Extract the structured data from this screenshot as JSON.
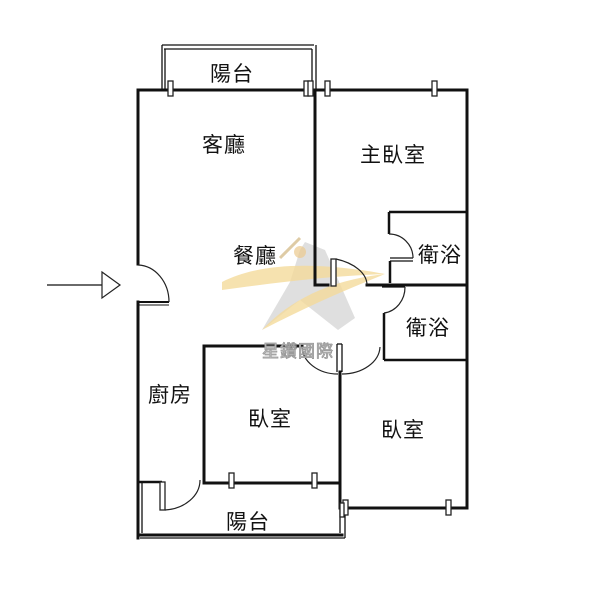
{
  "floor_plan": {
    "rooms": [
      {
        "id": "balcony-top",
        "label": "陽台"
      },
      {
        "id": "living-room",
        "label": "客廳"
      },
      {
        "id": "master-bedroom",
        "label": "主臥室"
      },
      {
        "id": "dining-room",
        "label": "餐廳"
      },
      {
        "id": "bathroom-1",
        "label": "衛浴"
      },
      {
        "id": "bathroom-2",
        "label": "衛浴"
      },
      {
        "id": "kitchen",
        "label": "廚房"
      },
      {
        "id": "bedroom-1",
        "label": "臥室"
      },
      {
        "id": "bedroom-2",
        "label": "臥室"
      },
      {
        "id": "balcony-bottom",
        "label": "陽台"
      }
    ],
    "entrance": {
      "icon": "entrance-arrow-icon"
    },
    "watermark": {
      "text": "星鑽國際",
      "icon": "star-logo-icon",
      "accent_color": "#f3d48a",
      "gray_color": "#9a9a9a"
    },
    "colors": {
      "wall": "#111111",
      "background": "#ffffff"
    }
  }
}
